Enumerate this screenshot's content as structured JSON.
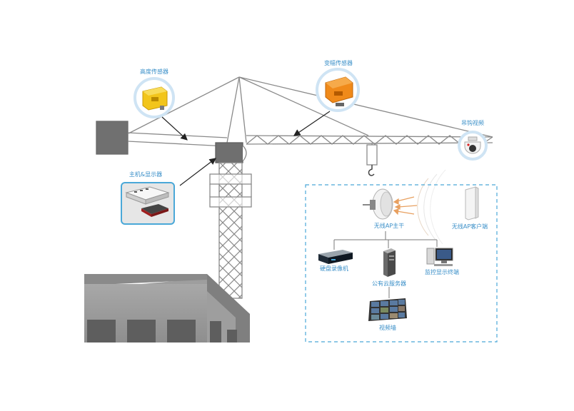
{
  "labels": {
    "height_sensor": "高度传感器",
    "amplitude_sensor": "变幅传感器",
    "hook_video": "吊钩视频",
    "host_display": "主机&显示器",
    "ap_main": "无线AP主干",
    "ap_client": "无线AP客户端",
    "nvr": "硬盘录像机",
    "cloud_server": "公有云服务器",
    "monitor_terminal": "监控显示终端",
    "video_wall": "视频墙"
  },
  "colors": {
    "label_text": "#3a8fc8",
    "accent_blue": "#2a86c8",
    "circle_border": "#cfe4f4",
    "crane_line": "#8a8a8a",
    "dashed_box": "#4aa8d8",
    "building_gray": "#9a9a9a",
    "building_dark": "#6e6e6e",
    "sensor_yellow": "#f2c51b",
    "sensor_orange": "#f08a1a",
    "wifi_wave": "#e8a060"
  },
  "icons": [
    "height-sensor-icon",
    "amplitude-sensor-icon",
    "dome-camera-icon",
    "host-display-icon",
    "ap-main-antenna-icon",
    "ap-client-antenna-icon",
    "nvr-icon",
    "cloud-server-icon",
    "monitor-terminal-icon",
    "video-wall-icon",
    "hook-icon",
    "wifi-signal-icon"
  ]
}
